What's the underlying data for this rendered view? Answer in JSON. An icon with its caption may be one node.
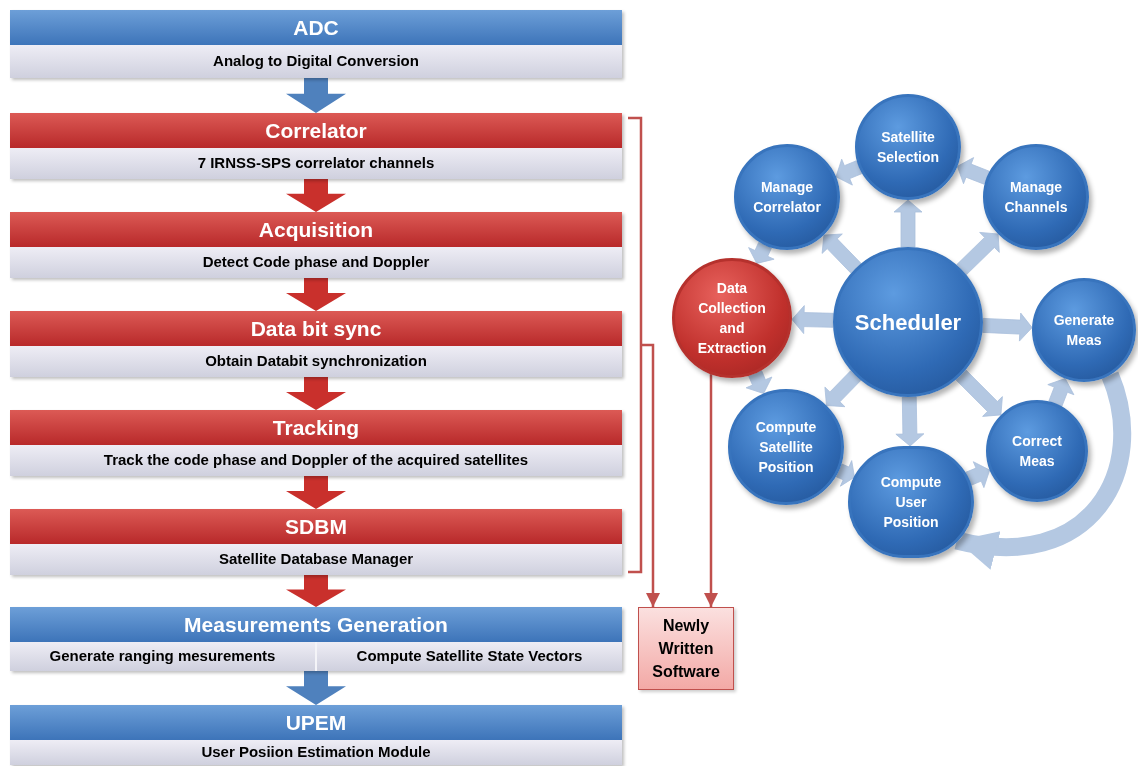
{
  "diagram": {
    "nodes": [
      {
        "text": [
          "ADC",
          "Analog to Digital Conversion"
        ]
      },
      {
        "text": [
          "Correlator",
          "7 IRNSS-SPS correlator channels"
        ]
      },
      {
        "text": [
          "Acquisition",
          "Detect Code phase and Doppler"
        ]
      },
      {
        "text": [
          "Data bit sync",
          "Obtain Databit synchronization"
        ]
      },
      {
        "text": [
          "Tracking",
          "Track the code phase and Doppler of the acquired satellites"
        ]
      },
      {
        "text": [
          "SDBM",
          "Satellite Database Manager"
        ]
      },
      {
        "text": [
          "Measurements Generation",
          "Generate ranging mesurements",
          "Compute Satellite State Vectors"
        ]
      },
      {
        "text": [
          "UPEM",
          "User Posiion Estimation Module"
        ]
      },
      {
        "text": [
          "Newly Written Software"
        ]
      },
      {
        "text": [
          "Satellite Selection"
        ]
      },
      {
        "text": [
          "Manage Correlator"
        ]
      },
      {
        "text": [
          "Manage Channels"
        ]
      },
      {
        "text": [
          "Data Collection and Extraction"
        ]
      },
      {
        "text": [
          "Scheduler"
        ]
      },
      {
        "text": [
          "Generate Meas"
        ]
      },
      {
        "text": [
          "Compute Satellite Position"
        ]
      },
      {
        "text": [
          "Correct Meas"
        ]
      },
      {
        "text": [
          "Compute User Position"
        ]
      },
      {
        "text": [],
        "shape": "bracket"
      }
    ],
    "edges": [
      {
        "from": 0,
        "to": 1,
        "arrow": "to",
        "style": "thick",
        "color": "#4f81bd"
      },
      {
        "from": 1,
        "to": 2,
        "arrow": "to",
        "style": "thick",
        "color": "#c9302c"
      },
      {
        "from": 2,
        "to": 3,
        "arrow": "to",
        "style": "thick",
        "color": "#c9302c"
      },
      {
        "from": 3,
        "to": 4,
        "arrow": "to",
        "style": "thick",
        "color": "#c9302c"
      },
      {
        "from": 4,
        "to": 5,
        "arrow": "to",
        "style": "thick",
        "color": "#c9302c"
      },
      {
        "from": 5,
        "to": 6,
        "arrow": "to",
        "style": "thick",
        "color": "#c9302c"
      },
      {
        "from": 6,
        "to": 7,
        "arrow": "to",
        "style": "thick",
        "color": "#4f81bd"
      },
      {
        "from": 18,
        "to": 8,
        "arrow": "to",
        "color": "#c0504d"
      },
      {
        "from": 12,
        "to": 8,
        "arrow": "to",
        "color": "#c0504d"
      },
      {
        "from": 13,
        "to": 9,
        "arrow": "to",
        "style": "thick"
      },
      {
        "from": 13,
        "to": 10,
        "arrow": "to",
        "style": "thick"
      },
      {
        "from": 13,
        "to": 11,
        "arrow": "to",
        "style": "thick"
      },
      {
        "from": 13,
        "to": 12,
        "arrow": "to",
        "style": "thick"
      },
      {
        "from": 13,
        "to": 14,
        "arrow": "to",
        "style": "thick"
      },
      {
        "from": 13,
        "to": 15,
        "arrow": "to",
        "style": "thick"
      },
      {
        "from": 13,
        "to": 17,
        "arrow": "to",
        "style": "thick"
      },
      {
        "from": 13,
        "to": 16,
        "arrow": "to",
        "style": "thick"
      },
      {
        "from": 9,
        "to": 10,
        "arrow": "to",
        "style": "thick"
      },
      {
        "from": 11,
        "to": 9,
        "arrow": "to",
        "style": "thick"
      },
      {
        "from": 10,
        "to": 12,
        "arrow": "to",
        "style": "thick"
      },
      {
        "from": 12,
        "to": 15,
        "arrow": "to",
        "style": "thick"
      },
      {
        "from": 15,
        "to": 17,
        "arrow": "to",
        "style": "thick"
      },
      {
        "from": 17,
        "to": 16,
        "arrow": "to",
        "style": "thick"
      },
      {
        "from": 16,
        "to": 14,
        "arrow": "to",
        "style": "thick"
      },
      {
        "from": 14,
        "to": 17,
        "arrow": "to",
        "style": "thick",
        "color": "#b4c8e2"
      }
    ]
  }
}
